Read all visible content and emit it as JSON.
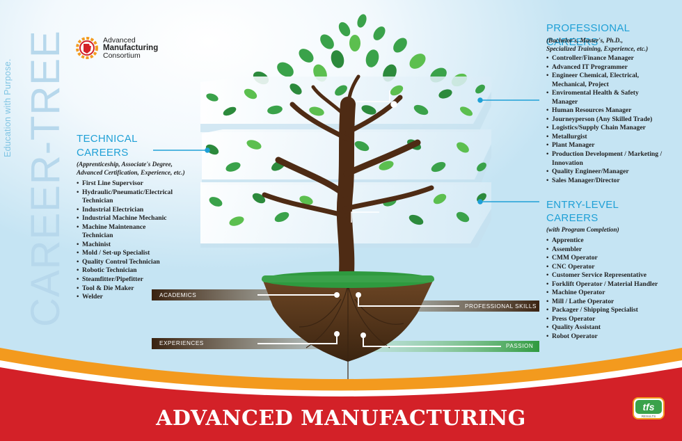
{
  "tagline": "Education with Purpose.",
  "vertical_title": "CAREER-TREE",
  "logo": {
    "line1": "Advanced",
    "line2": "Manufacturing",
    "line3": "Consortium"
  },
  "professional": {
    "title": "PROFESSIONAL CAREERS",
    "subtitle_1": "(Bachelor's, Master's, Ph.D.,",
    "subtitle_2": "Specialized Training, Experience, etc.)",
    "items": [
      "Controller/Finance Manager",
      "Advanced IT Programmer",
      "Engineer Chemical, Electrical,",
      "Mechanical, Project",
      "Enviromental Health & Safety",
      "Manager",
      "Human Resources Manager",
      "Journeyperson (Any Skilled Trade)",
      "Logistics/Supply Chain Manager",
      "Metallurgist",
      "Plant Manager",
      "Production Development / Marketing /",
      "Innovation",
      "Quality Engineer/Manager",
      "Sales Manager/Director"
    ]
  },
  "technical": {
    "title_1": "TECHNICAL",
    "title_2": "CAREERS",
    "subtitle_1": "(Apprenticeship, Associate's Degree,",
    "subtitle_2": "Advanced Certification, Experience, etc.)",
    "items": [
      "First Line Supervisor",
      "Hydraulic/Pneumatic/Electrical",
      "Technician",
      "Industrial Electrician",
      "Industrial Machine Mechanic",
      "Machine Maintenance",
      "Technician",
      "Machinist",
      "Mold / Set-up Specialist",
      "Quality Control Technician",
      "Robotic Technician",
      "Steamfitter/Pipefitter",
      "Tool & Die Maker",
      "Welder"
    ]
  },
  "entry": {
    "title_1": "ENTRY-LEVEL",
    "title_2": "CAREERS",
    "subtitle": "(with Program Completion)",
    "items": [
      "Apprentice",
      "Assembler",
      "CMM Operator",
      "CNC Operator",
      "Customer Service Representative",
      "Forklift Operator / Material Handler",
      "Machine Operator",
      "Mill / Lathe Operator",
      "Packager / Shipping Specialist",
      "Press Operator",
      "Quality Assistant",
      "Robot Operator"
    ]
  },
  "bars": {
    "academics": "ACADEMICS",
    "professional_skills": "PROFESSIONAL SKILLS",
    "experiences": "EXPERIENCES",
    "passion": "PASSION"
  },
  "bottom_title": "ADVANCED MANUFACTURING",
  "badge": "tfs",
  "badge_small": "RESULTS",
  "colors": {
    "accent_blue": "#1fa0d6",
    "red": "#d32128",
    "orange": "#f39a1e",
    "leaf_green": "#3aa24a",
    "trunk_brown": "#4e2b14"
  }
}
